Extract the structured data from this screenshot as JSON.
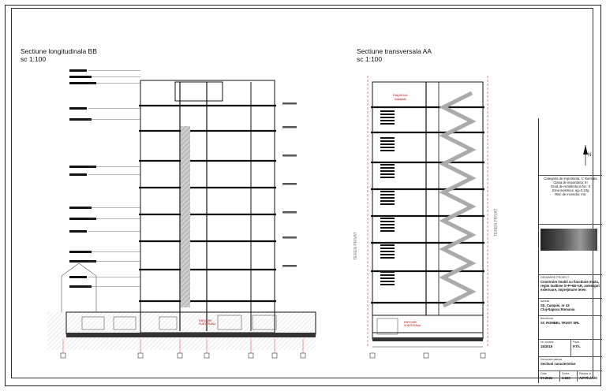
{
  "sections": {
    "left": {
      "title": "Sectiune longitudinala   BB",
      "scale": "sc 1:100"
    },
    "right": {
      "title": "Sectiune transversala AA",
      "scale": "sc 1:100"
    }
  },
  "right_labels": {
    "roof": "Etaj tehnic\ninstalatii",
    "parking": "PARCARE\nSUBTERANA",
    "teren_left": "TEREN PRIVAT",
    "teren_right": "TEREN PRIVAT"
  },
  "left_labels": {
    "parking": "PARCARE\nSUBTERANA"
  },
  "title_block": {
    "category_text": "Categoria de importanta: C Normala\nClasa de importanta: III\nGrad de rezistenta la foc: II\nZona seismica: ag=0.10g\nRisc de incendiu: mic",
    "project_label": "DENUMIRE PROIECT",
    "project_name": "Construire imobil cu functiune mixta, regim inaltime S+P+6E+1R, amenajari exterioare, imprejmuire teren",
    "address_label": "Adresa",
    "address": "Str. Campiei, nr 43\nCluj-Napoca Romania",
    "beneficiary_label": "Beneficiar",
    "beneficiary": "SC ROMBEL TRUST SRL",
    "project_no_label": "Nr. proiect",
    "project_no": "15/2019",
    "phase_label": "Faza",
    "phase": "P.Th.",
    "drawing_label": "Denumire plansa",
    "drawing_name": "Sectiuni caracteristice",
    "date_label": "Data",
    "date": "07.2021",
    "scale_label": "Scara",
    "scale": "1:100",
    "sheet_label": "Plansa nr.",
    "sheet": "A/P.Th./A20"
  },
  "colors": {
    "red": "#dd0000",
    "line": "#111111",
    "hatch": "#777777"
  }
}
